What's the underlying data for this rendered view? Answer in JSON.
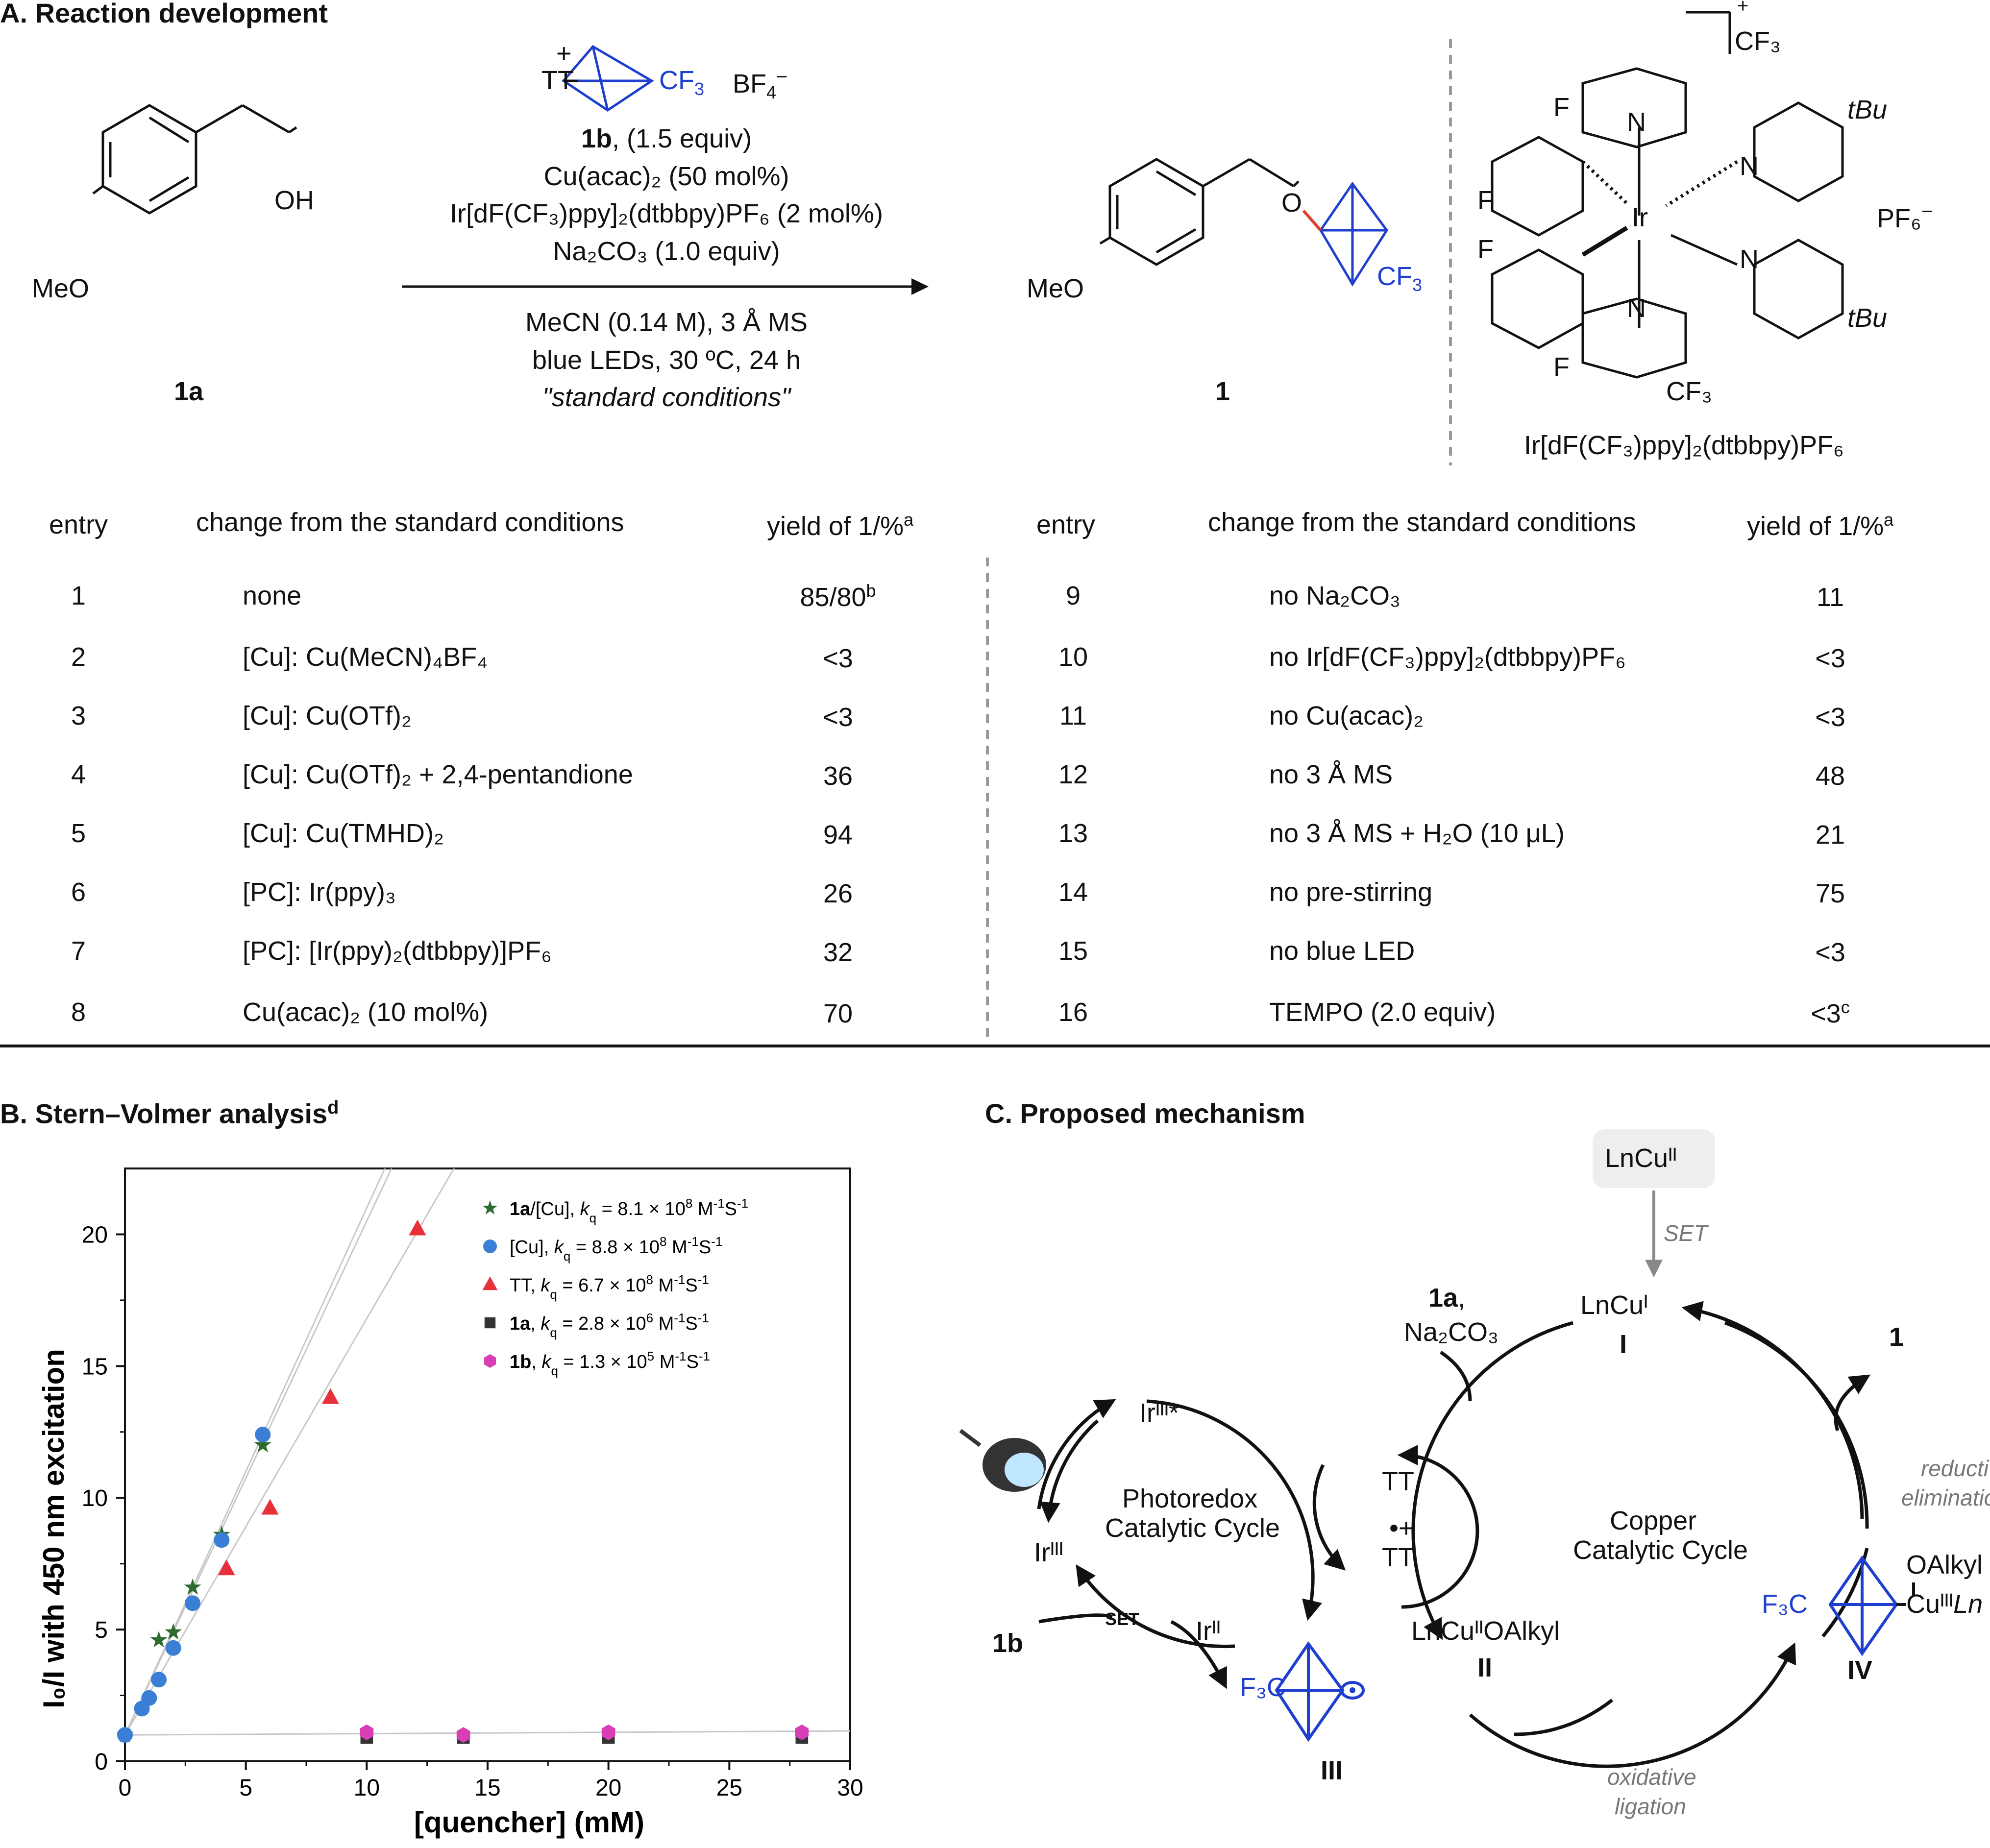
{
  "panelA": {
    "title": "A. Reaction development",
    "substrate_oh": "OH",
    "substrate_meo": "MeO",
    "substrate_label": "1a",
    "reagent_tt": "TT",
    "reagent_plus": "+",
    "reagent_cf3": "CF",
    "reagent_cf3_sub": "3",
    "reagent_bf4": "BF",
    "reagent_bf4_sub": "4",
    "reagent_minus": "−",
    "cond_1b_bold": "1b",
    "cond_1b": ", (1.5 equiv)",
    "cond_cu": "Cu(acac)₂ (50 mol%)",
    "cond_ir": "Ir[dF(CF₃)ppy]₂(dtbbpy)PF₆ (2 mol%)",
    "cond_base": "Na₂CO₃ (1.0 equiv)",
    "cond_solvent": "MeCN (0.14 M),  3 Å MS",
    "cond_light": "blue LEDs, 30 ºC, 24 h",
    "cond_standard": "\"standard conditions\"",
    "product_o": "O",
    "product_meo": "MeO",
    "product_cf3": "CF",
    "product_cf3_sub": "3",
    "product_label": "1",
    "catalyst_name": "Ir[dF(CF₃)ppy]₂(dtbbpy)PF₆",
    "catalyst_pf6": "PF₆",
    "catalyst_pf6_minus": "−",
    "catalyst_charge": "+",
    "catalyst_ir": "Ir",
    "catalyst_f": "F",
    "catalyst_n": "N",
    "catalyst_cf3": "CF₃",
    "catalyst_tbu": "tBu"
  },
  "table": {
    "headers": {
      "entry": "entry",
      "change": "change from the standard conditions",
      "yield": "yield of 1/%",
      "yield_sup": "a"
    },
    "left": [
      {
        "entry": "1",
        "change": "none",
        "yield": "85/80",
        "sup": "b"
      },
      {
        "entry": "2",
        "change": "[Cu]: Cu(MeCN)₄BF₄",
        "yield": "<3",
        "sup": ""
      },
      {
        "entry": "3",
        "change": "[Cu]: Cu(OTf)₂",
        "yield": "<3",
        "sup": ""
      },
      {
        "entry": "4",
        "change": "[Cu]: Cu(OTf)₂ + 2,4-pentandione",
        "yield": "36",
        "sup": ""
      },
      {
        "entry": "5",
        "change": "[Cu]: Cu(TMHD)₂",
        "yield": "94",
        "sup": ""
      },
      {
        "entry": "6",
        "change": "[PC]: Ir(ppy)₃",
        "yield": "26",
        "sup": ""
      },
      {
        "entry": "7",
        "change": "[PC]: [Ir(ppy)₂(dtbbpy)]PF₆",
        "yield": "32",
        "sup": ""
      },
      {
        "entry": "8",
        "change": "Cu(acac)₂ (10 mol%)",
        "yield": "70",
        "sup": ""
      }
    ],
    "right": [
      {
        "entry": "9",
        "change": "no Na₂CO₃",
        "yield": "11",
        "sup": ""
      },
      {
        "entry": "10",
        "change": "no Ir[dF(CF₃)ppy]₂(dtbbpy)PF₆",
        "yield": "<3",
        "sup": ""
      },
      {
        "entry": "11",
        "change": "no Cu(acac)₂",
        "yield": "<3",
        "sup": ""
      },
      {
        "entry": "12",
        "change": "no 3 Å MS",
        "yield": "48",
        "sup": ""
      },
      {
        "entry": "13",
        "change": "no 3 Å MS + H₂O (10 μL)",
        "yield": "21",
        "sup": ""
      },
      {
        "entry": "14",
        "change": "no pre-stirring",
        "yield": "75",
        "sup": ""
      },
      {
        "entry": "15",
        "change": "no blue LED",
        "yield": "<3",
        "sup": ""
      },
      {
        "entry": "16",
        "change": "TEMPO (2.0 equiv)",
        "yield": "<3",
        "sup": "c"
      }
    ]
  },
  "panelB": {
    "title": "B. Stern–Volmer analysis",
    "title_sup": "d"
  },
  "chart_data": {
    "type": "scatter",
    "title": "",
    "xlabel": "[quencher] (mM)",
    "ylabel": "I₀/I with 450 nm excitation",
    "xlim": [
      0,
      30
    ],
    "ylim": [
      0,
      22.5
    ],
    "xticks": [
      0,
      5,
      10,
      15,
      20,
      25,
      30
    ],
    "yticks": [
      0,
      5,
      10,
      15,
      20
    ],
    "grid": false,
    "legend_position": "top-right",
    "series": [
      {
        "name": "1a/[Cu], kq = 8.1 × 10⁸ M⁻¹S⁻¹",
        "marker": "star",
        "color": "#2e6b2e",
        "x": [
          0,
          1.4,
          2.0,
          2.8,
          4.0,
          5.7
        ],
        "y": [
          1.0,
          4.6,
          4.9,
          6.6,
          8.6,
          12.0
        ]
      },
      {
        "name": "[Cu], kq = 8.8 × 10⁸ M⁻¹S⁻¹",
        "marker": "circle",
        "color": "#3a7fd5",
        "x": [
          0,
          0.7,
          1.0,
          1.4,
          2.0,
          2.8,
          4.0,
          5.7
        ],
        "y": [
          1.0,
          2.0,
          2.4,
          3.1,
          4.3,
          6.0,
          8.4,
          12.4
        ]
      },
      {
        "name": "TT, kq = 6.7 × 10⁸ M⁻¹S⁻¹",
        "marker": "triangle",
        "color": "#e8303a",
        "x": [
          4.2,
          6.0,
          8.5,
          12.1
        ],
        "y": [
          7.3,
          9.6,
          13.8,
          20.2
        ]
      },
      {
        "name": "1a, kq = 2.8 × 10⁶ M⁻¹S⁻¹",
        "marker": "square",
        "color": "#333333",
        "x": [
          10,
          14,
          20,
          28
        ],
        "y": [
          0.9,
          0.9,
          0.9,
          0.9
        ]
      },
      {
        "name": "1b, kq = 1.3 × 10⁵ M⁻¹S⁻¹",
        "marker": "hexagon",
        "color": "#d93fb4",
        "x": [
          10,
          14,
          20,
          28
        ],
        "y": [
          1.1,
          1.0,
          1.1,
          1.1
        ]
      }
    ],
    "fits": [
      {
        "slope": 2.0,
        "intercept": 1.0
      },
      {
        "slope": 1.95,
        "intercept": 1.0
      },
      {
        "slope": 1.58,
        "intercept": 1.0
      },
      {
        "slope": 0.005,
        "intercept": 1.0
      }
    ]
  },
  "legend": [
    {
      "bold": "1a",
      "rest": "/[Cu], ",
      "k": "k",
      "q": "q",
      "val": " = 8.1 × 10",
      "exp": "8",
      "unit": " M",
      "u1": "-1",
      "s": "S",
      "u2": "-1"
    },
    {
      "bold": "",
      "rest": "[Cu], ",
      "k": "k",
      "q": "q",
      "val": " = 8.8 × 10",
      "exp": "8",
      "unit": " M",
      "u1": "-1",
      "s": "S",
      "u2": "-1"
    },
    {
      "bold": "",
      "rest": "TT, ",
      "k": "k",
      "q": "q",
      "val": " = 6.7 × 10",
      "exp": "8",
      "unit": " M",
      "u1": "-1",
      "s": "S",
      "u2": "-1"
    },
    {
      "bold": "1a",
      "rest": ", ",
      "k": "k",
      "q": "q",
      "val": " = 2.8 × 10",
      "exp": "6",
      "unit": " M",
      "u1": "-1",
      "s": "S",
      "u2": "-1"
    },
    {
      "bold": "1b",
      "rest": ", ",
      "k": "k",
      "q": "q",
      "val": " = 1.3 × 10",
      "exp": "5",
      "unit": " M",
      "u1": "-1",
      "s": "S",
      "u2": "-1"
    }
  ],
  "panelC": {
    "title": "C. Proposed mechanism",
    "cu2_top": "LnCuᴵᴵ",
    "set_top": "SET",
    "cu1": "LnCuᴵ",
    "cu1_label": "I",
    "reagent_1a": "1a",
    "reagent_1a_comma": ",",
    "reagent_base": "Na₂CO₃",
    "product": "1",
    "reductive": "reductive",
    "elimination": "elimination",
    "copper_cycle_1": "Copper",
    "copper_cycle_2": "Catalytic Cycle",
    "photo_cycle_1": "Photoredox",
    "photo_cycle_2": "Catalytic Cycle",
    "ir3star": "Irᴵᴵᴵ*",
    "ir3": "Irᴵᴵᴵ",
    "ir2": "Irᴵᴵ",
    "tt": "TT",
    "tt_radical": "•+",
    "tt2": "TT",
    "set_mid": "SET",
    "reagent_1b": "1b",
    "cu2_oalkyl": "LnCuᴵᴵOAlkyl",
    "cu2_label": "II",
    "radical_f3c": "F₃C",
    "radical_label": "III",
    "oxidative": "oxidative",
    "ligation": "ligation",
    "cu3_oalkyl": "OAlkyl",
    "cu3": "Cuᴵᴵᴵ",
    "cu3_ln": "Ln",
    "cu3_f3c": "F₃C",
    "cu3_label": "IV",
    "colors": {
      "blue": "#1f3fcf",
      "gray": "#888888",
      "red": "#e0402a"
    },
    "icons": [
      "led-lamp-icon"
    ]
  }
}
